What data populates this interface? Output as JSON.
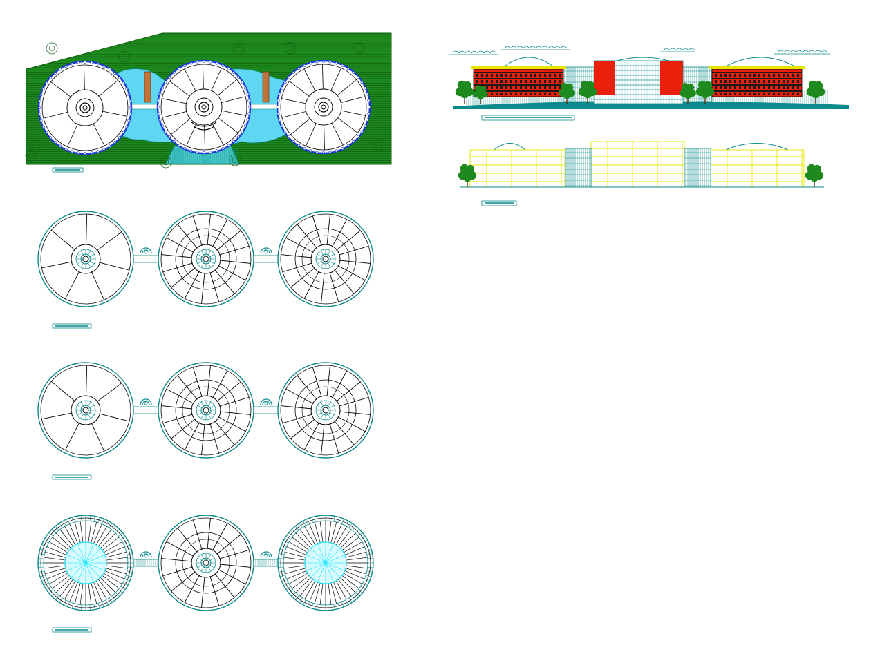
{
  "drawing": {
    "colors": {
      "background": "#ffffff",
      "line": "#000000",
      "teal": "#0a8a8a",
      "cyan": "#00e5ff",
      "water": "#5fd6f2",
      "grass": "#1e8a1e",
      "grass_dark": "#0e5e0e",
      "brick": "#e8200c",
      "window": "#1a1a1a",
      "facade_yellow": "#e6e600",
      "roof_blue": "#1a3ad6",
      "bridge": "#c0743a"
    },
    "views": [
      {
        "id": "site-plan",
        "caption": ""
      },
      {
        "id": "ground-floor-plan",
        "caption": ""
      },
      {
        "id": "typical-floor-plan",
        "caption": ""
      },
      {
        "id": "roof-plan",
        "caption": ""
      },
      {
        "id": "front-elevation",
        "caption": ""
      },
      {
        "id": "rear-elevation",
        "caption": ""
      }
    ]
  }
}
